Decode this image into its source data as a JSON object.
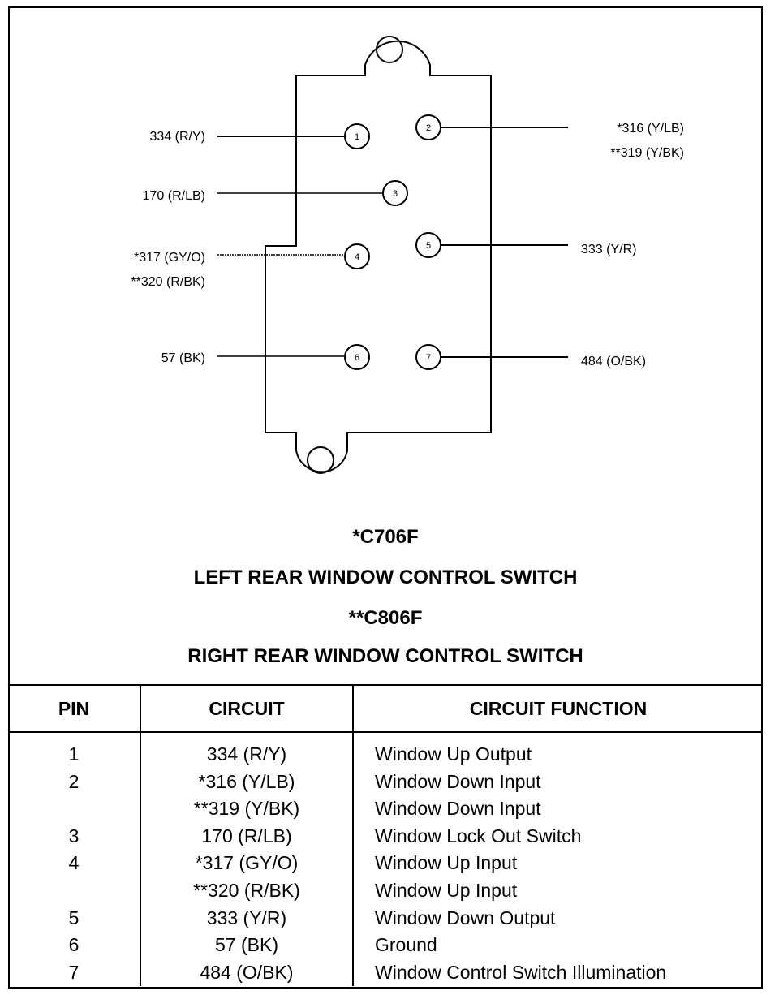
{
  "connector": {
    "labels": {
      "pin1": "334 (R/Y)",
      "pin2_a": "*316 (Y/LB)",
      "pin2_b": "**319 (Y/BK)",
      "pin3": "170 (R/LB)",
      "pin4_a": "*317 (GY/O)",
      "pin4_b": "**320 (R/BK)",
      "pin5": "333 (Y/R)",
      "pin6": "57 (BK)",
      "pin7": "484 (O/BK)"
    },
    "pin_numbers": [
      "1",
      "2",
      "3",
      "4",
      "5",
      "6",
      "7"
    ]
  },
  "captions": {
    "left_connector": "*C706F",
    "left_title": "LEFT REAR WINDOW CONTROL SWITCH",
    "right_connector": "**C806F",
    "right_title": "RIGHT REAR WINDOW CONTROL SWITCH"
  },
  "table": {
    "headers": [
      "PIN",
      "CIRCUIT",
      "CIRCUIT FUNCTION"
    ],
    "pins": [
      "1",
      "2",
      "",
      "3",
      "4",
      "",
      "5",
      "6",
      "7"
    ],
    "circuits": [
      "334 (R/Y)",
      "*316 (Y/LB)",
      "**319 (Y/BK)",
      "170 (R/LB)",
      "*317 (GY/O)",
      "**320 (R/BK)",
      "333 (Y/R)",
      "57 (BK)",
      "484 (O/BK)"
    ],
    "functions": [
      "Window Up Output",
      "Window Down Input",
      "Window Down Input",
      "Window Lock Out Switch",
      "Window Up Input",
      "Window Up Input",
      "Window Down Output",
      "Ground",
      "Window Control Switch Illumination"
    ]
  }
}
